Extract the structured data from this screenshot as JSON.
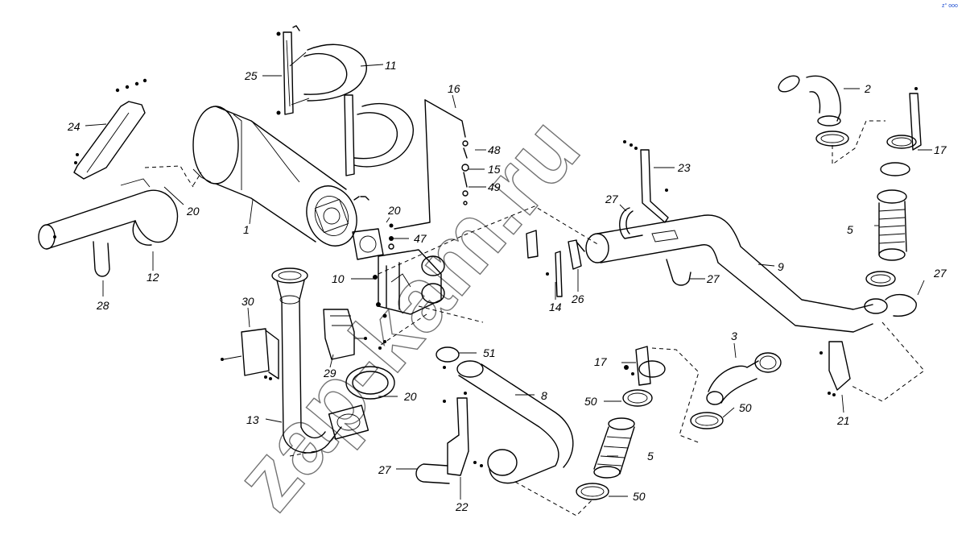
{
  "watermark": "zap-kam.ru",
  "corner_mark": "z° ooo",
  "callouts": [
    "1",
    "2",
    "3",
    "5",
    "5",
    "8",
    "9",
    "10",
    "11",
    "12",
    "13",
    "14",
    "15",
    "16",
    "17",
    "17",
    "20",
    "20",
    "20",
    "21",
    "22",
    "23",
    "24",
    "25",
    "26",
    "27",
    "27",
    "27",
    "27",
    "28",
    "29",
    "30",
    "47",
    "48",
    "49",
    "50",
    "50",
    "50",
    "51"
  ]
}
